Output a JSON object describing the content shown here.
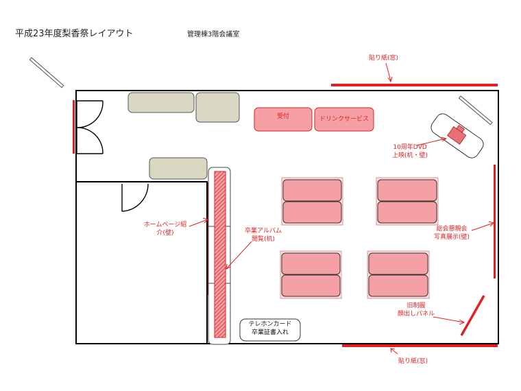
{
  "header": {
    "title": "平成23年度梨香祭レイアウト",
    "subtitle": "管理棟3階会議室"
  },
  "labels": {
    "reception": "受付",
    "drink_service": "ドリンクサービス",
    "dvd_line1": "10周年DVD",
    "dvd_line2": "上映(机・壁)",
    "homepage_line1": "ホームページ紹",
    "homepage_line2": "介(壁)",
    "album_line1": "卒業アルバム",
    "album_line2": "閲覧(机)",
    "photo_line1": "総会懇親会",
    "photo_line2": "写真展示(壁)",
    "uniform_line1": "旧制服",
    "uniform_line2": "顔出しパネル",
    "card_line1": "テレホンカード",
    "card_line2": "卒業証書入れ",
    "paper_top": "貼り紙(窓)",
    "paper_bottom": "貼り紙(窓)"
  },
  "colors": {
    "wall": "#000000",
    "red": "#e02020",
    "pink": "#f4a0a4",
    "beige": "#d9d6c2"
  }
}
